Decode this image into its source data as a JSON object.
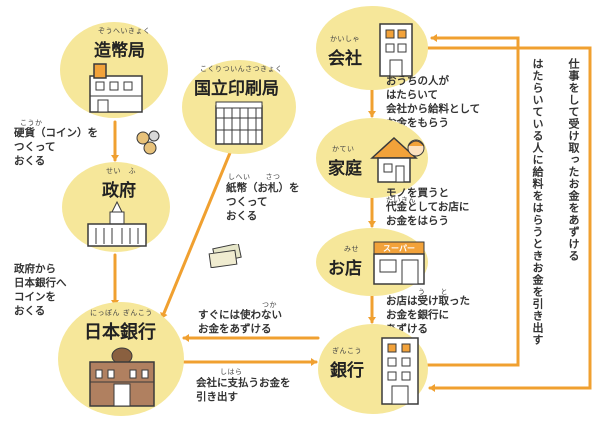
{
  "colors": {
    "blob": "#f6e79a",
    "arrow": "#f0a030",
    "building_fill": "#ffffff",
    "building_stroke": "#3a3a3a",
    "roof_orange": "#f2a23a",
    "sign_orange": "#f2a23a"
  },
  "nodes": {
    "mint": {
      "label": "造幣局",
      "ruby": "ぞうへいきょく",
      "icon": "factory-building-icon"
    },
    "printing": {
      "label": "国立印刷局",
      "ruby": "こくりついんさつきょく",
      "icon": "office-building-icon"
    },
    "government": {
      "label": "政府",
      "ruby": "せい　ふ",
      "icon": "diet-building-icon"
    },
    "boj": {
      "label": "日本銀行",
      "ruby": "にっぽん ぎんこう",
      "icon": "central-bank-icon"
    },
    "company": {
      "label": "会社",
      "ruby": "かいしゃ",
      "icon": "company-building-icon"
    },
    "household": {
      "label": "家庭",
      "ruby": "かてい",
      "icon": "house-icon"
    },
    "shop": {
      "label": "お店",
      "ruby": "みせ",
      "icon": "supermarket-icon",
      "sign": "スーパー"
    },
    "bank": {
      "label": "銀行",
      "ruby": "ぎんこう",
      "icon": "bank-building-icon"
    }
  },
  "notes": {
    "coins": {
      "text": "硬貨（コイン）を\nつくって\nおくる",
      "ruby": "こうか"
    },
    "notes_money": {
      "text": "紙幣（お札）を\nつくって\nおくる",
      "ruby": "しへい　　さつ"
    },
    "gov_to_boj": {
      "text": "政府から\n日本銀行へ\nコインを\nおくる"
    },
    "company_pay": {
      "text": "おうちの人が\nはたらいて\n会社から給料として\nお金をもらう"
    },
    "shopping": {
      "text": "モノを買うと\n代金としてお店に\nお金をはらう",
      "ruby": "だいきん"
    },
    "shop_deposit": {
      "text": "お店は受け取った\nお金を銀行に\nあずける",
      "ruby": "う　　と"
    },
    "deposit_boj": {
      "text": "すぐには使わない\nお金をあずける",
      "ruby": "つか"
    },
    "withdraw_boj": {
      "text": "会社に支払うお金を\n引き出す",
      "ruby": "しはら"
    }
  },
  "right_flow": {
    "inner": "はたらいている人に給料をはらうときお金を引き出す",
    "outer": "仕事をして受け取ったお金をあずける"
  }
}
